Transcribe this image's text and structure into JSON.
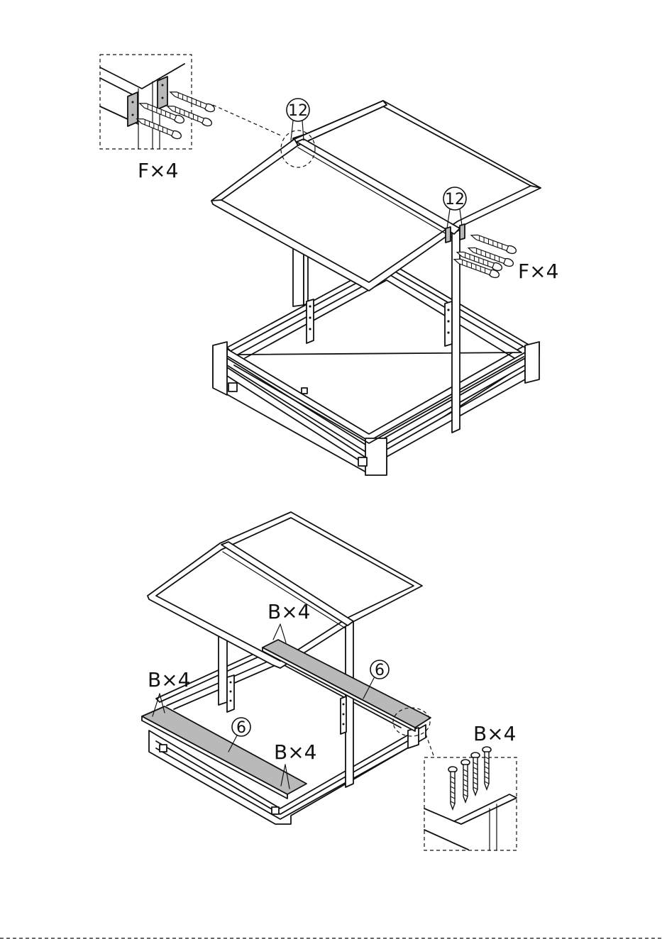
{
  "step_top": {
    "detail_label": "F×4",
    "fastener_label": "F×4",
    "part_callout_a": "12",
    "part_callout_b": "12"
  },
  "step_bottom": {
    "label_back_bench": "B×4",
    "label_left_outer": "B×4",
    "label_left_inner": "B×4",
    "label_detail": "B×4",
    "part_callout_back": "6",
    "part_callout_front": "6"
  },
  "colors": {
    "line": "#111111",
    "highlight_part": "#b9b9b9",
    "background": "#ffffff"
  }
}
